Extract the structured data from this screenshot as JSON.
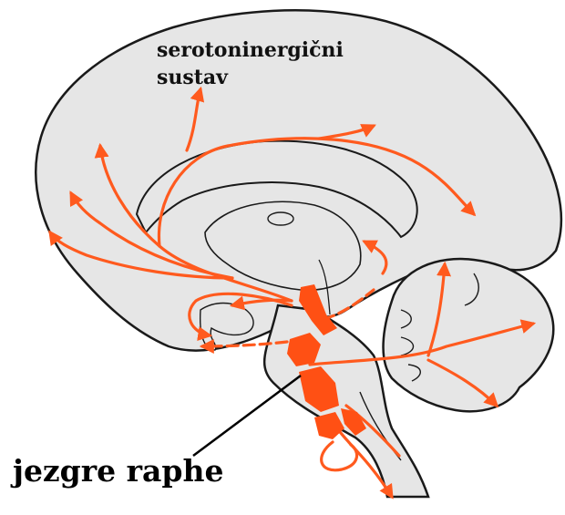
{
  "labels": {
    "system_line1": "serotoninergični",
    "system_line2": "sustav",
    "nuclei": "jezgre raphe"
  },
  "colors": {
    "tissue": "#e6e6e6",
    "outline": "#1a1a1a",
    "pathway": "#ff5a1e",
    "nucleus": "#ff5014"
  }
}
